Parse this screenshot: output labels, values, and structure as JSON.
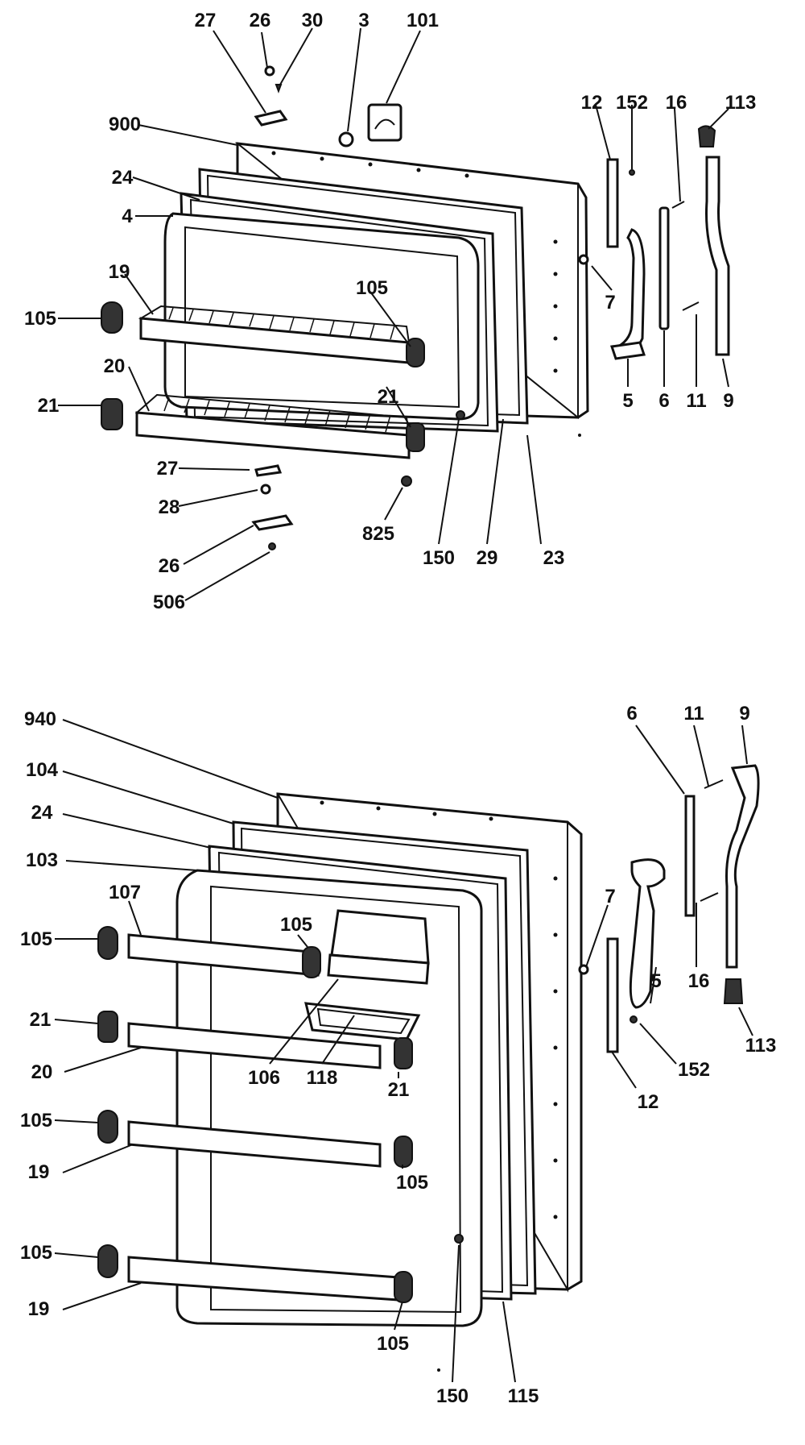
{
  "upper_assembly": {
    "labels": [
      "27",
      "26",
      "30",
      "3",
      "101",
      "900",
      "24",
      "4",
      "19",
      "105",
      "20",
      "21",
      "105",
      "21",
      "27",
      "28",
      "26",
      "506",
      "825",
      "150",
      "29",
      "23",
      "12",
      "152",
      "16",
      "113",
      "7",
      "5",
      "6",
      "11",
      "9"
    ]
  },
  "lower_assembly": {
    "labels": [
      "940",
      "104",
      "24",
      "103",
      "107",
      "105",
      "105",
      "21",
      "20",
      "106",
      "118",
      "21",
      "105",
      "19",
      "105",
      "105",
      "19",
      "105",
      "150",
      "115",
      "6",
      "11",
      "9",
      "7",
      "5",
      "16",
      "113",
      "152",
      "12"
    ]
  }
}
